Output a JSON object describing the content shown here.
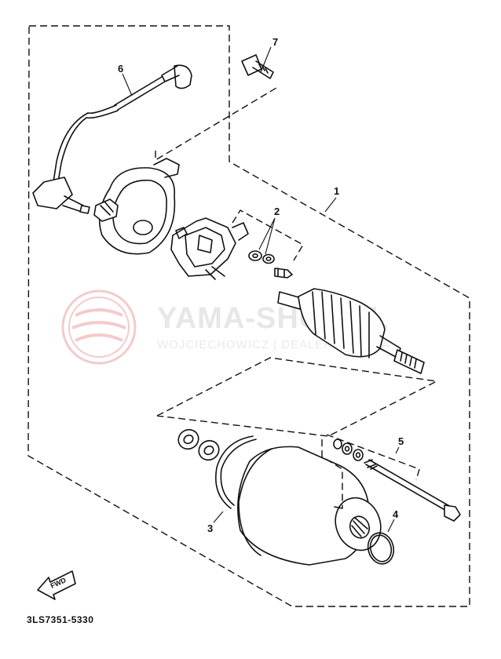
{
  "watermark": {
    "brand": "YAMA-SHOP.PL",
    "subtitle": "WOJCIECHOWICZ | DEALER YAMAHA"
  },
  "callouts": {
    "c1": "1",
    "c2": "2",
    "c3": "3",
    "c4": "4",
    "c5": "5",
    "c6": "6",
    "c7": "7"
  },
  "fwd_label": "FWD",
  "diagram_code": "3LS7351-5330"
}
